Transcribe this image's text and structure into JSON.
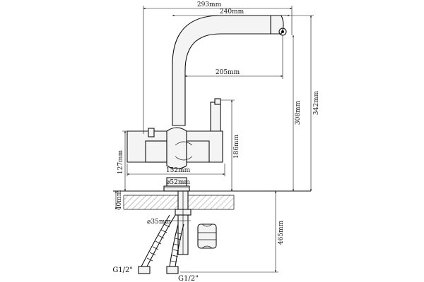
{
  "dimensions": {
    "width_total": "293mm",
    "width_spout": "240mm",
    "spout_reach": "205mm",
    "height_total": "342mm",
    "height_spout": "308mm",
    "height_handle": "186mm",
    "height_body": "127mm",
    "base_width": "152mm",
    "base_diameter": "⌀52mm",
    "countertop": "40mm",
    "shank_diameter": "⌀35mm",
    "hose_length": "465mm"
  },
  "threads": {
    "left": "G1/2\"",
    "right": "G1/2\""
  }
}
